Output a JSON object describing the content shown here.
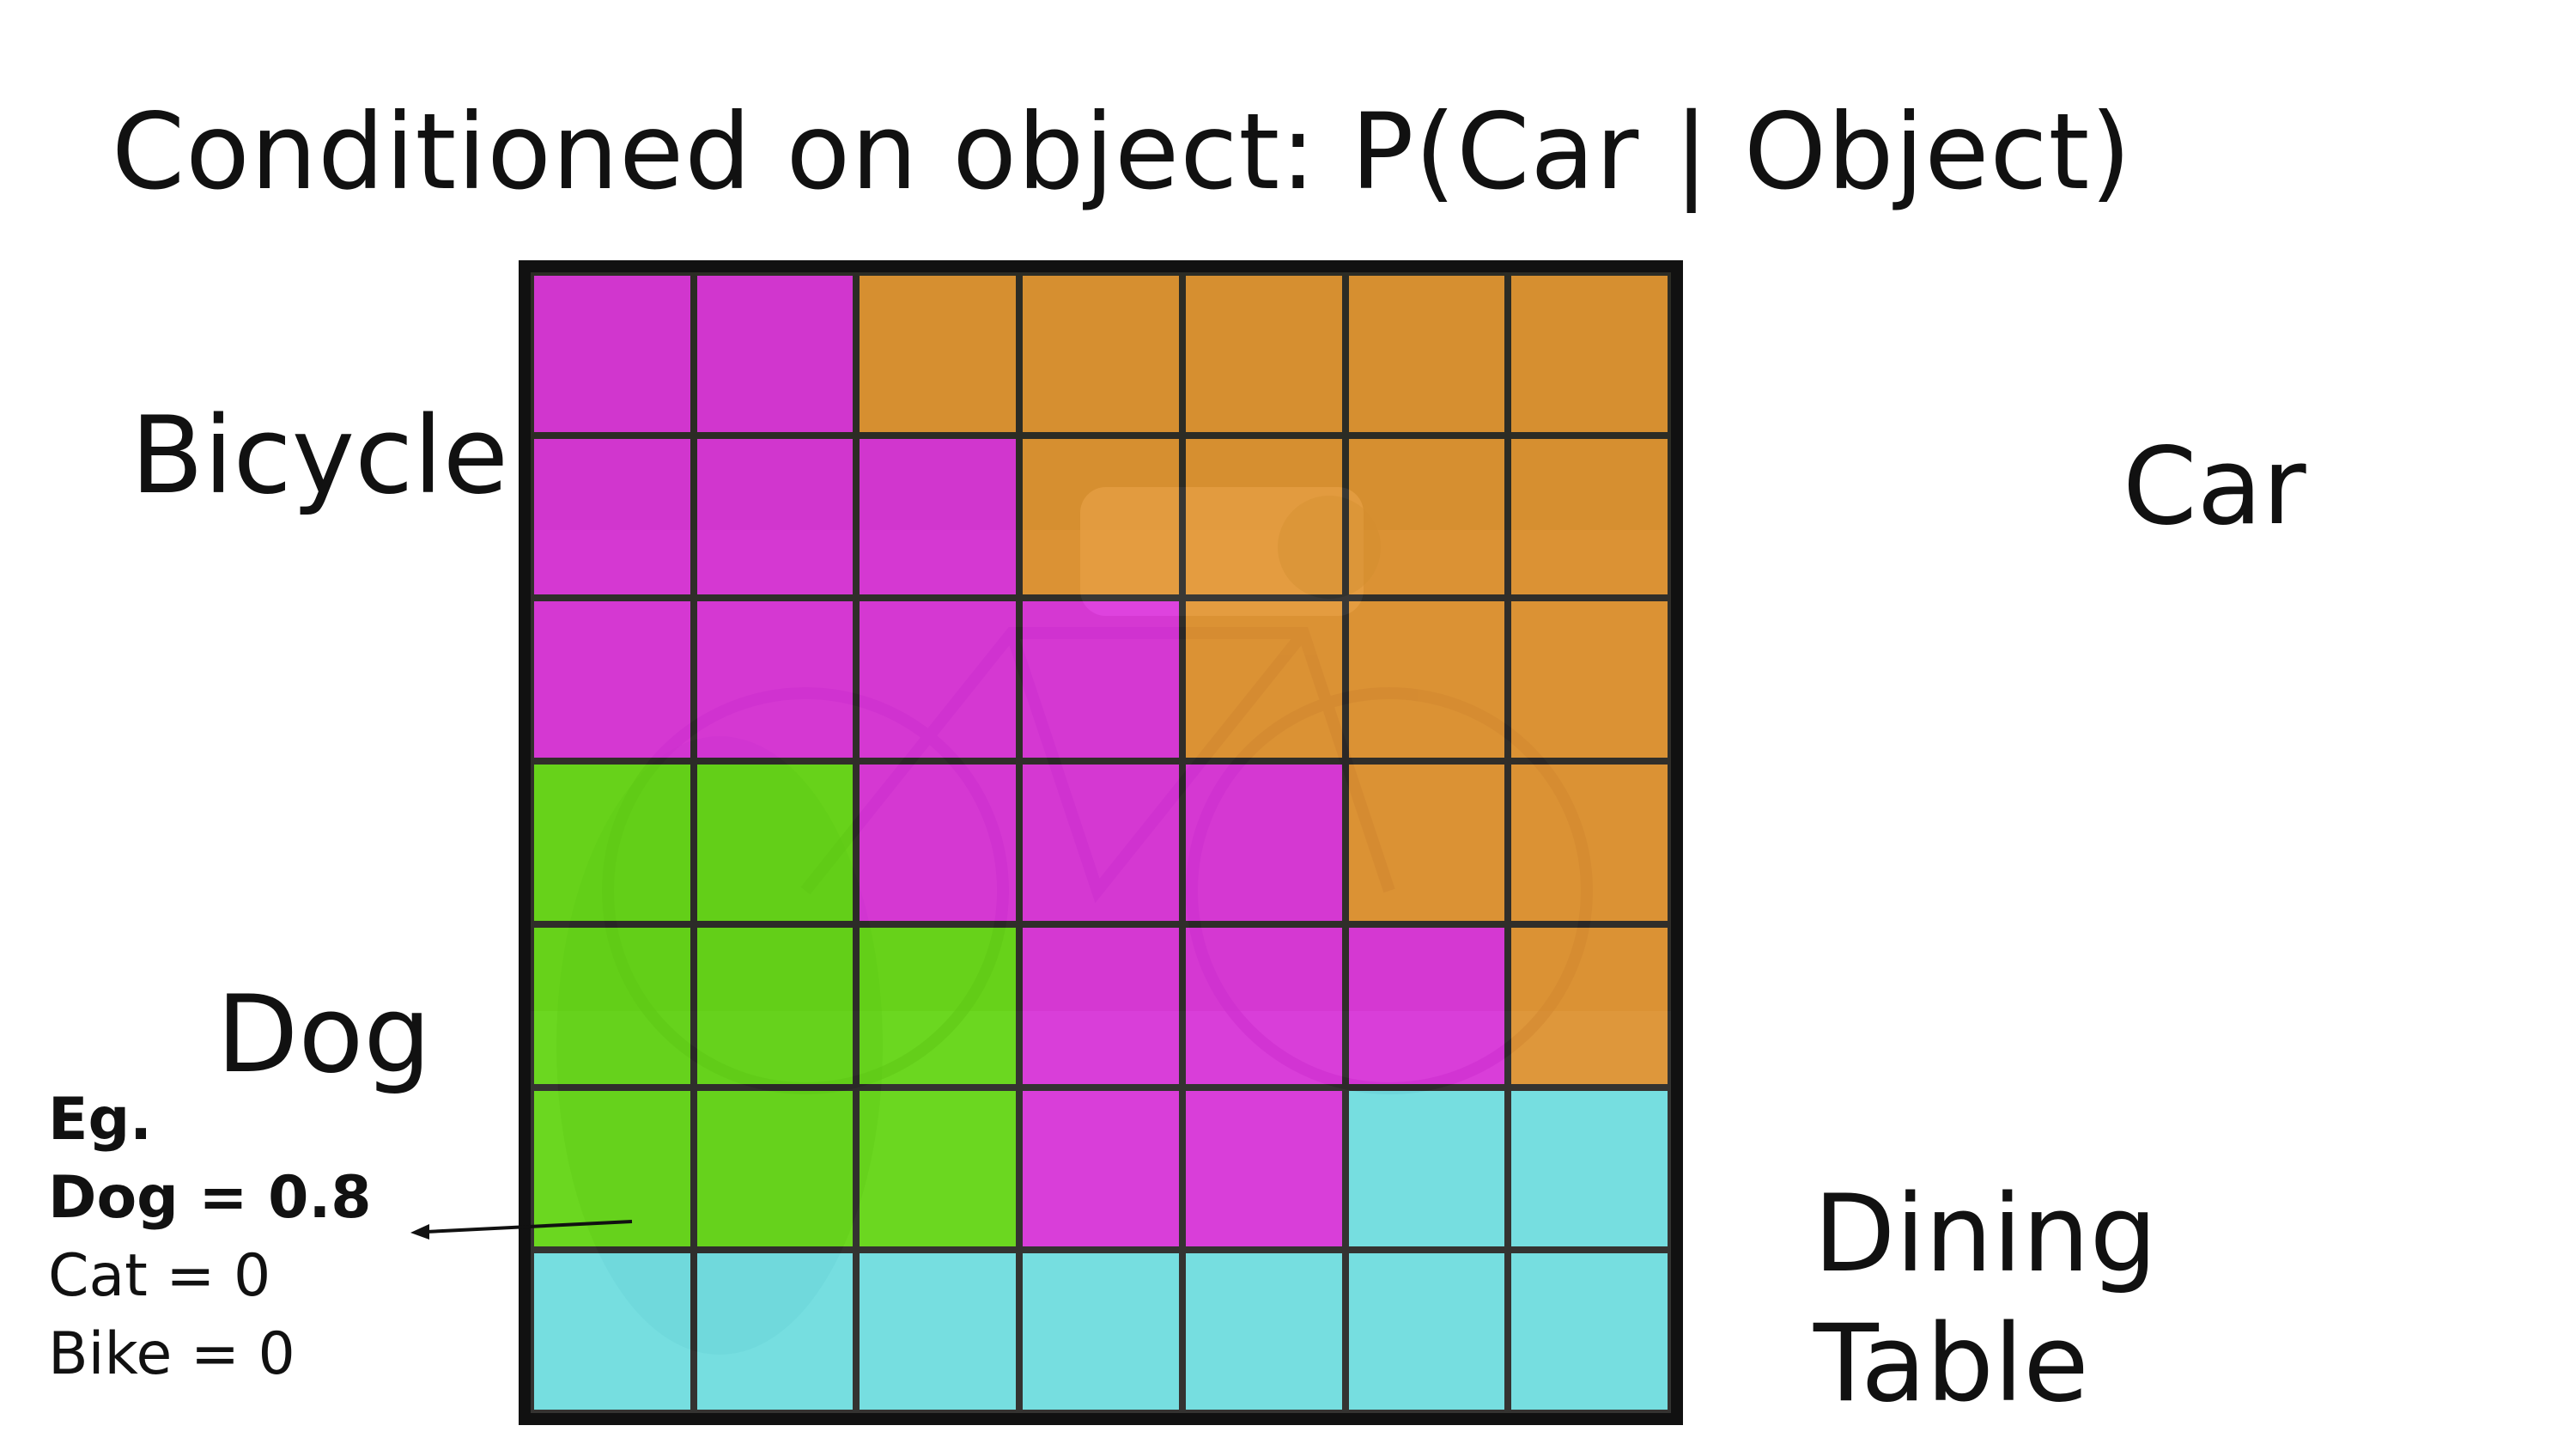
{
  "title": "Conditioned on object: P(Car | Object)",
  "regions": {
    "bicycle": "Bicycle",
    "car": "Car",
    "dog": "Dog",
    "dining_line1": "Dining",
    "dining_line2": "Table"
  },
  "example": {
    "heading": "Eg.",
    "dog": "Dog = 0.8",
    "cat": "Cat = 0",
    "bike": "Bike = 0"
  },
  "colors": {
    "bicycle": "#e22ee6",
    "car": "#e8962e",
    "dog": "#62e10f",
    "dining_table": "#6ee9ee",
    "grid_lines": "#222222"
  },
  "grid": {
    "rows": 7,
    "cols": 7,
    "cells": [
      [
        "bicycle",
        "bicycle",
        "car",
        "car",
        "car",
        "car",
        "car"
      ],
      [
        "bicycle",
        "bicycle",
        "bicycle",
        "car",
        "car",
        "car",
        "car"
      ],
      [
        "bicycle",
        "bicycle",
        "bicycle",
        "bicycle",
        "car",
        "car",
        "car"
      ],
      [
        "dog",
        "dog",
        "bicycle",
        "bicycle",
        "bicycle",
        "car",
        "car"
      ],
      [
        "dog",
        "dog",
        "dog",
        "bicycle",
        "bicycle",
        "bicycle",
        "car"
      ],
      [
        "dog",
        "dog",
        "dog",
        "bicycle",
        "bicycle",
        "dining_table",
        "dining_table"
      ],
      [
        "dining_table",
        "dining_table",
        "dining_table",
        "dining_table",
        "dining_table",
        "dining_table",
        "dining_table"
      ]
    ]
  }
}
